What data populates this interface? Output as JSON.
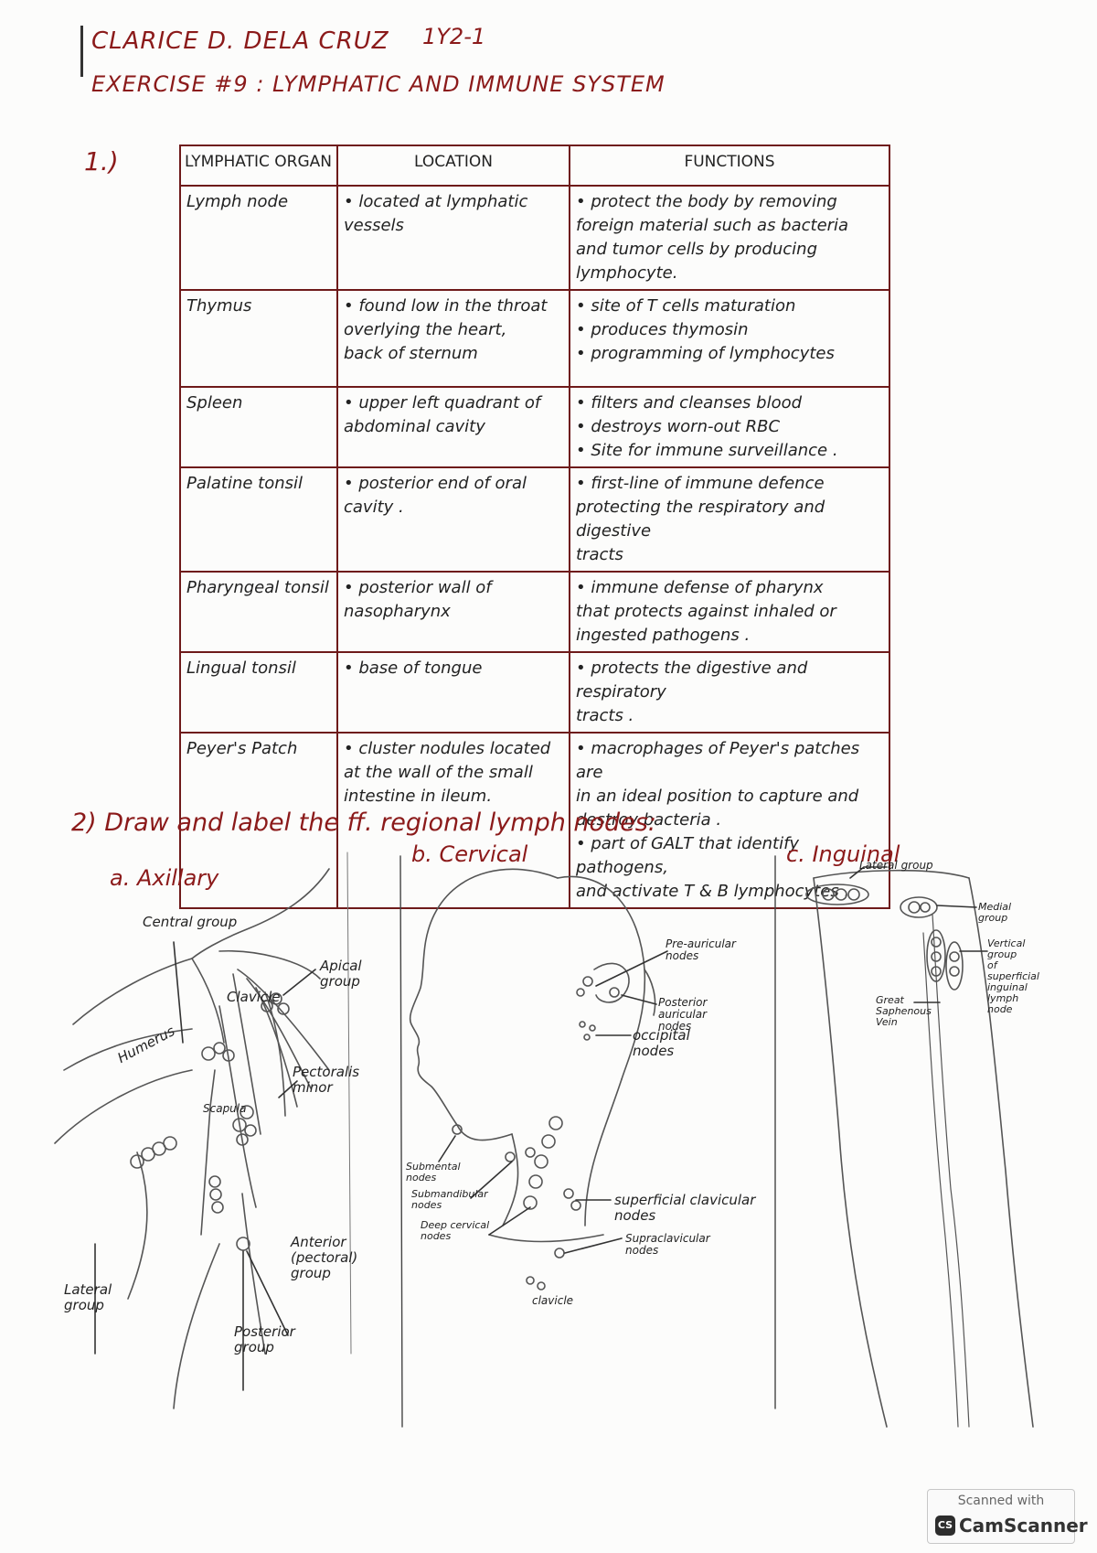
{
  "header": {
    "name": "CLARICE D. DELA CRUZ",
    "section": "1Y2-1",
    "exercise": "EXERCISE #9 : LYMPHATIC AND IMMUNE SYSTEM"
  },
  "question1": {
    "number": "1.)",
    "table": {
      "headers": [
        "LYMPHATIC ORGAN",
        "LOCATION",
        "FUNCTIONS"
      ],
      "rows": [
        {
          "organ": "Lymph node",
          "location": [
            "• located at lymphatic",
            "vessels"
          ],
          "functions": [
            "• protect the body by removing",
            "foreign material such as bacteria",
            "and tumor cells by producing lymphocyte."
          ]
        },
        {
          "organ": "Thymus",
          "location": [
            "• found low in the throat",
            "overlying the heart,",
            "back of sternum"
          ],
          "functions": [
            "• site of T cells maturation",
            "• produces thymosin",
            "• programming of lymphocytes"
          ]
        },
        {
          "organ": "Spleen",
          "location": [
            "• upper left quadrant of",
            "abdominal cavity"
          ],
          "functions": [
            "• filters and cleanses blood",
            "• destroys worn-out RBC",
            "• Site for immune surveillance ."
          ]
        },
        {
          "organ": "Palatine tonsil",
          "location": [
            "• posterior end of oral",
            "cavity ."
          ],
          "functions": [
            "• first-line of immune defence",
            "protecting the respiratory and digestive",
            "tracts"
          ]
        },
        {
          "organ": "Pharyngeal tonsil",
          "location": [
            "• posterior wall of",
            "nasopharynx"
          ],
          "functions": [
            "• immune defense of pharynx",
            "that protects against inhaled or",
            "ingested pathogens ."
          ]
        },
        {
          "organ": "Lingual tonsil",
          "location": [
            "• base of tongue"
          ],
          "functions": [
            "• protects the digestive and respiratory",
            "tracts ."
          ]
        },
        {
          "organ": "Peyer's Patch",
          "location": [
            "• cluster nodules located",
            "at the wall of the small",
            "intestine in ileum."
          ],
          "functions": [
            "• macrophages of Peyer's patches are",
            "in an ideal position to capture and",
            "destroy bacteria .",
            "• part of GALT that identify pathogens,",
            "and activate T & B lymphocytes ."
          ]
        }
      ]
    }
  },
  "question2": {
    "prompt": "2) Draw and label the ff. regional lymph nodes:",
    "panels": {
      "axillary": {
        "title": "a. Axillary",
        "labels": {
          "central": "Central group",
          "clavicle": "Clavicle",
          "apical": "Apical\ngroup",
          "humerus": "Humerus",
          "pectoralis": "Pectoralis\nminor",
          "scapula": "Scapula",
          "anterior": "Anterior\n(pectoral)\ngroup",
          "lateral": "Lateral\ngroup",
          "posterior": "Posterior\ngroup"
        }
      },
      "cervical": {
        "title": "b. Cervical",
        "labels": {
          "preauricular": "Pre-auricular\nnodes",
          "postauricular": "Posterior\nauricular\nnodes",
          "occipital": "occipital\nnodes",
          "submental": "Submental\nnodes",
          "submandibular": "Submandibular\nnodes",
          "deepcervical": "Deep cervical\nnodes",
          "superficial": "superficial clavicular\nnodes",
          "supraclavicular": "Supraclavicular\nnodes",
          "clavicle": "clavicle"
        }
      },
      "inguinal": {
        "title": "c. Inguinal",
        "labels": {
          "lateral": "Lateral group",
          "medial": "Medial\ngroup",
          "vertical": "Vertical\ngroup\nof\nsuperficial\ninguinal\nlymph\nnode",
          "saphenous": "Great\nSaphenous\nVein"
        }
      }
    }
  },
  "watermark": {
    "line1": "Scanned with",
    "line2": "CamScanner",
    "logo": "CS"
  },
  "colors": {
    "ink_red": "#8b1a1a",
    "table_border": "#6e1a1a",
    "pencil": "#555555"
  }
}
